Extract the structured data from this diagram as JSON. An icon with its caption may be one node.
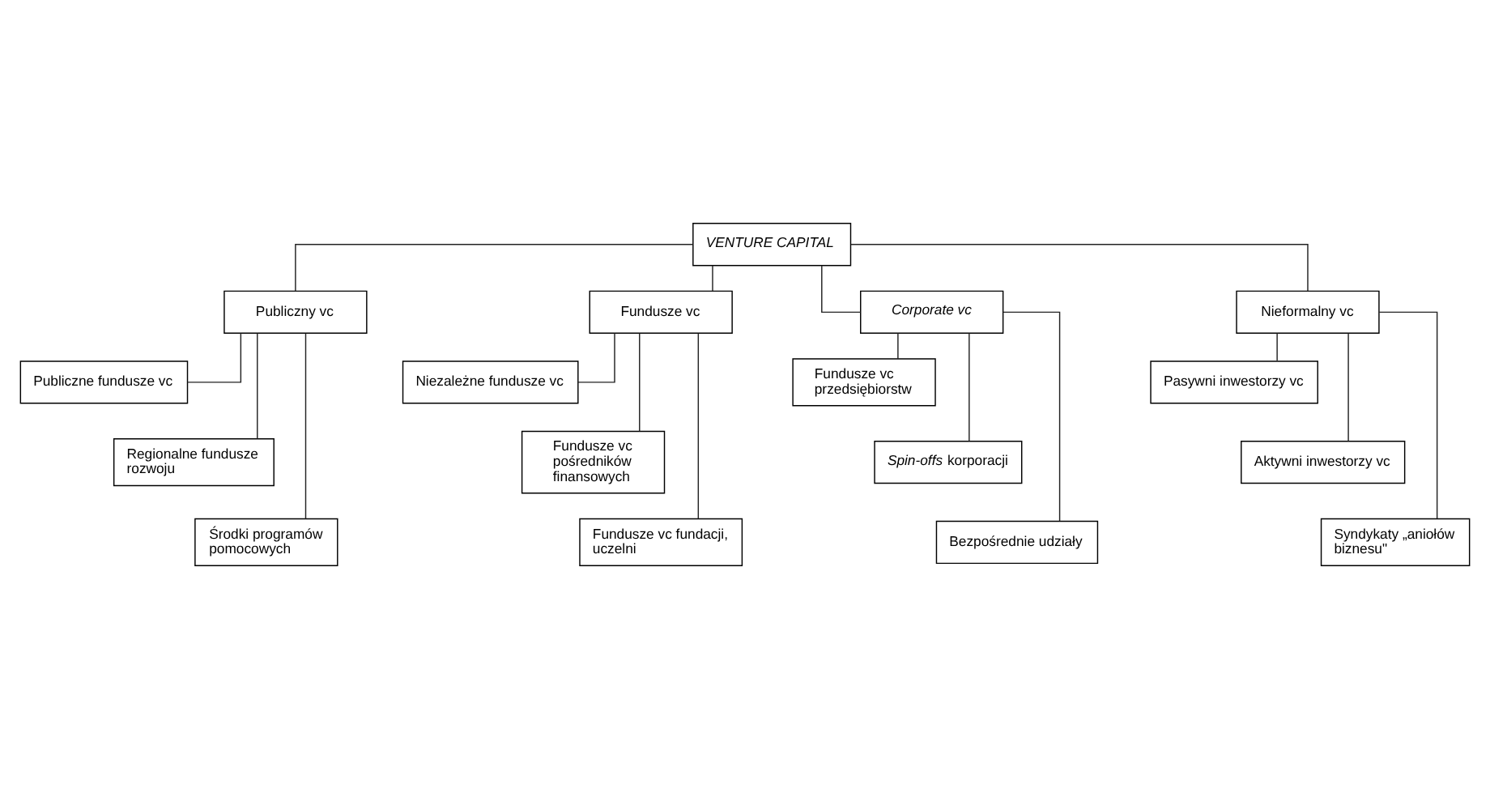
{
  "diagram": {
    "nodes": [
      {
        "text": [
          "VENTURE CAPITAL"
        ]
      },
      {
        "text": [
          "Publiczny vc"
        ]
      },
      {
        "text": [
          "Fundusze vc"
        ]
      },
      {
        "text": [
          "Corporate vc"
        ]
      },
      {
        "text": [
          "Nieformalny vc"
        ]
      },
      {
        "text": [
          "Publiczne fundusze vc"
        ]
      },
      {
        "text": [
          "Regionalne fundusze rozwoju"
        ]
      },
      {
        "text": [
          "Środki programów pomocowych"
        ]
      },
      {
        "text": [
          "Niezależne fundusze vc"
        ]
      },
      {
        "text": [
          "Fundusze vc pośredników finansowych"
        ]
      },
      {
        "text": [
          "Fundusze vc fundacji, uczelni"
        ]
      },
      {
        "text": [
          "Fundusze vc przedsiębiorstw"
        ]
      },
      {
        "text": [
          "*Spin-offs* korporacji"
        ]
      },
      {
        "text": [
          "Bezpośrednie udziały"
        ]
      },
      {
        "text": [
          "Pasywni inwestorzy vc"
        ]
      },
      {
        "text": [
          "Aktywni inwestorzy vc"
        ]
      },
      {
        "text": [
          "Syndykaty „aniołów biznesu\""
        ]
      }
    ],
    "edges": [
      {
        "from": 0,
        "to": 1,
        "arrow": "none"
      },
      {
        "from": 0,
        "to": 2,
        "arrow": "none"
      },
      {
        "from": 0,
        "to": 3,
        "arrow": "none"
      },
      {
        "from": 0,
        "to": 4,
        "arrow": "none"
      },
      {
        "from": 1,
        "to": 5,
        "arrow": "none"
      },
      {
        "from": 1,
        "to": 6,
        "arrow": "none"
      },
      {
        "from": 1,
        "to": 7,
        "arrow": "none"
      },
      {
        "from": 2,
        "to": 8,
        "arrow": "none"
      },
      {
        "from": 2,
        "to": 9,
        "arrow": "none"
      },
      {
        "from": 2,
        "to": 10,
        "arrow": "none"
      },
      {
        "from": 3,
        "to": 11,
        "arrow": "none"
      },
      {
        "from": 3,
        "to": 12,
        "arrow": "none"
      },
      {
        "from": 3,
        "to": 13,
        "arrow": "none"
      },
      {
        "from": 4,
        "to": 14,
        "arrow": "none"
      },
      {
        "from": 4,
        "to": 15,
        "arrow": "none"
      },
      {
        "from": 4,
        "to": 16,
        "arrow": "none"
      }
    ]
  }
}
